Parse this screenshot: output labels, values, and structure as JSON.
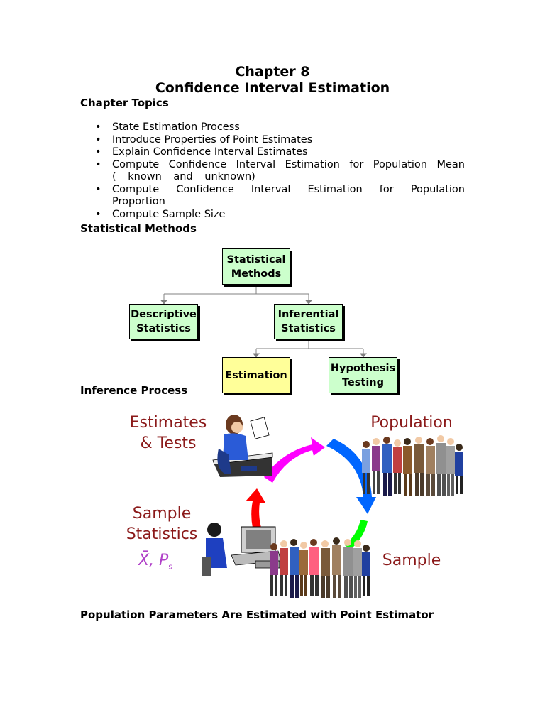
{
  "document": {
    "title_line1": "Chapter 8",
    "title_line2": "Confidence Interval Estimation",
    "chapter_topics_heading": "Chapter Topics",
    "topics": [
      "State Estimation Process",
      "Introduce Properties of Point Estimates",
      "Explain Confidence Interval Estimates",
      "Compute Confidence Interval Estimation for Population Mean",
      "( known and unknown)",
      "Compute Confidence Interval Estimation for Population",
      "Proportion",
      "Compute Sample Size"
    ],
    "statistical_methods_heading": "Statistical Methods",
    "inference_process_heading": "Inference Process",
    "point_estimator_heading": "Population Parameters Are Estimated with Point Estimator"
  },
  "diagram": {
    "statistical_methods": [
      "Statistical",
      "Methods"
    ],
    "descriptive_statistics": [
      "Descriptive",
      "Statistics"
    ],
    "inferential_statistics": [
      "Inferential",
      "Statistics"
    ],
    "estimation": "Estimation",
    "hypothesis_testing": [
      "Hypothesis",
      "Testing"
    ],
    "colors": {
      "green_box": "#ccffcc",
      "yellow_box": "#ffff99",
      "connector": "#808080"
    }
  },
  "inference": {
    "estimates_tests": [
      "Estimates",
      "& Tests"
    ],
    "population": "Population",
    "sample_statistics": [
      "Sample",
      "Statistics"
    ],
    "sample_stat_symbols": {
      "xbar": "X̄, P",
      "sub": "s"
    },
    "sample": "Sample",
    "colors": {
      "label": "#8b1a1a",
      "symbols": "#b040c8",
      "arrow_magenta": "#ff00ff",
      "arrow_blue": "#0066ff",
      "arrow_green": "#00ff00",
      "arrow_red": "#ff0000"
    }
  }
}
